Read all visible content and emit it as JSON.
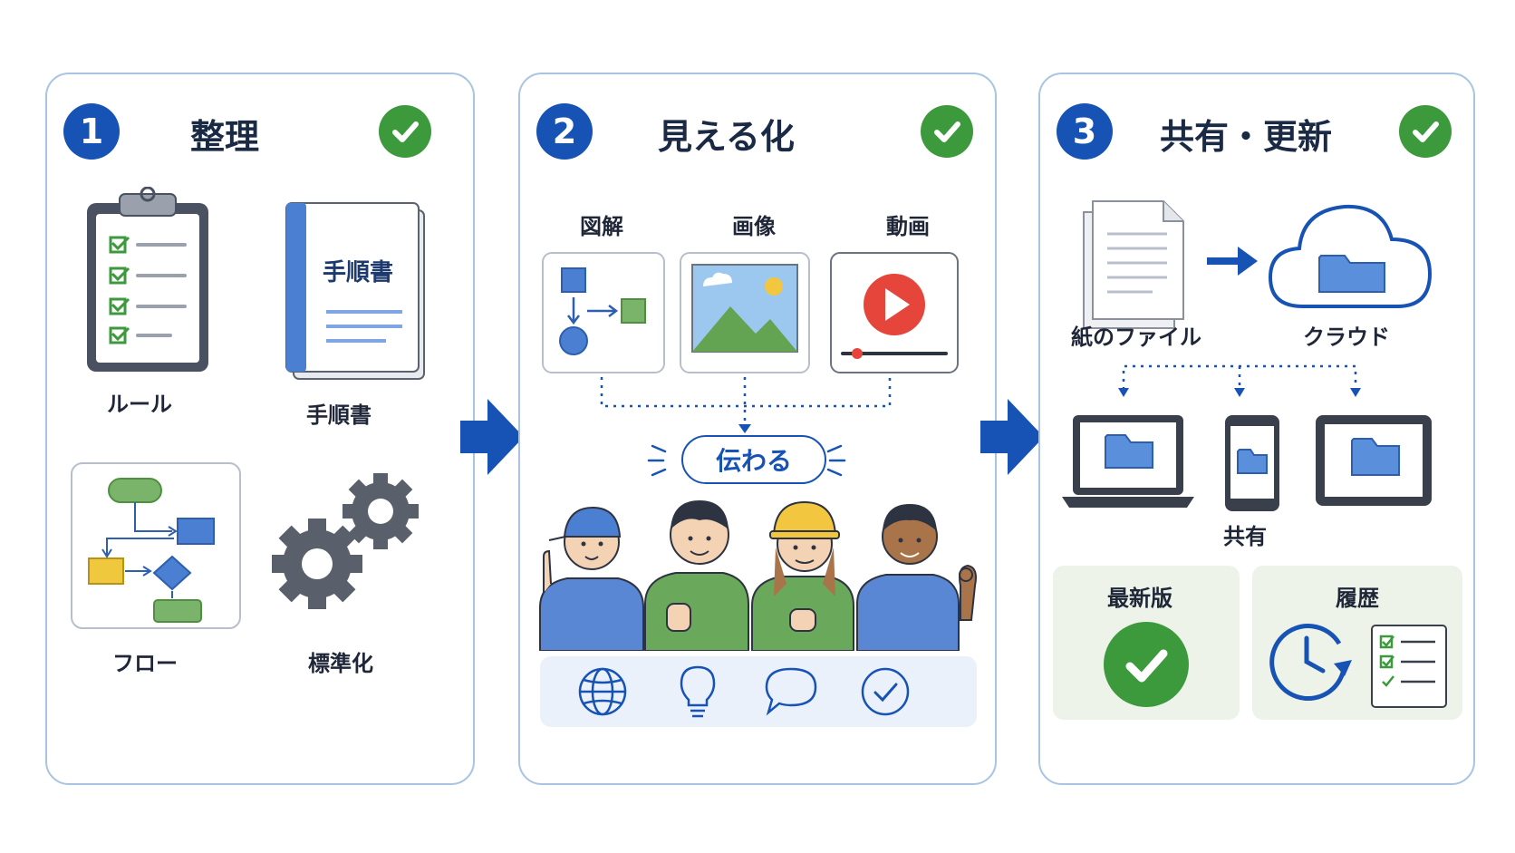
{
  "steps": [
    {
      "number": "1",
      "title": "整理",
      "items": {
        "rules": "ルール",
        "manual": "手順書",
        "manual_cover": "手順書",
        "flow": "フロー",
        "standardize": "標準化"
      }
    },
    {
      "number": "2",
      "title": "見える化",
      "media": {
        "diagram": "図解",
        "image": "画像",
        "video": "動画"
      },
      "result": "伝わる"
    },
    {
      "number": "3",
      "title": "共有・更新",
      "storage": {
        "paper": "紙のファイル",
        "cloud": "クラウド"
      },
      "share": "共有",
      "latest": "最新版",
      "history": "履歴"
    }
  ],
  "colors": {
    "primary_blue": "#1753b5",
    "check_green": "#3c9a3d",
    "panel_border": "#a9c4e3",
    "folder_blue": "#5a8fdc"
  },
  "icons": [
    "check-circle-icon",
    "clipboard-checklist-icon",
    "manual-book-icon",
    "flowchart-icon",
    "gears-icon",
    "diagram-icon",
    "image-icon",
    "video-play-icon",
    "workers-group",
    "globe-icon",
    "lightbulb-icon",
    "speech-bubble-icon",
    "check-icon",
    "paper-document-icon",
    "cloud-folder-icon",
    "laptop-icon",
    "smartphone-icon",
    "tablet-icon",
    "history-clock-icon"
  ]
}
